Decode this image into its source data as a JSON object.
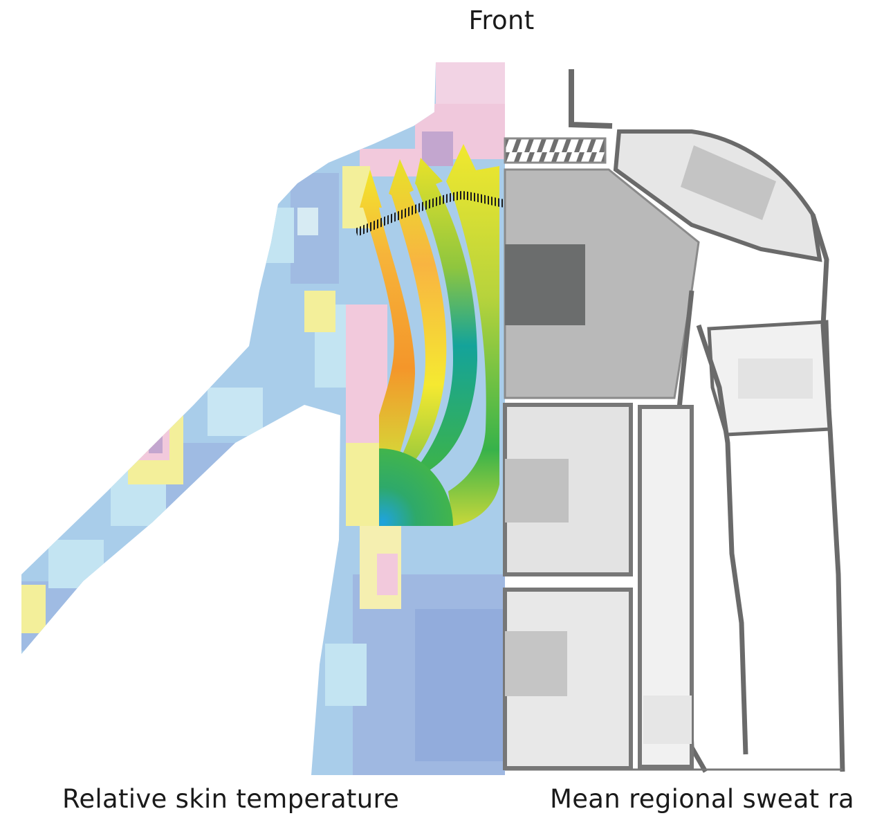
{
  "title": "Front",
  "labels": {
    "left": "Relative skin temperature",
    "right": "Mean regional sweat ra"
  },
  "colors": {
    "skin_base": "#a9cdea",
    "skin_cool": "#9db6e0",
    "skin_light": "#c3e4f2",
    "skin_warm_yellow": "#f3ef9a",
    "skin_warm_pink": "#f2c9dc",
    "skin_hot_purple": "#c3a6cf",
    "arrow_orange": "#f4962a",
    "arrow_yellow": "#f2e72d",
    "arrow_green": "#3cb34a",
    "arrow_teal": "#13a19a",
    "arrow_blue": "#21a6dd",
    "garment_outline": "#6a6a6a",
    "panel_dark": "#b9b9b9",
    "panel_mid": "#cdcdcd",
    "panel_light": "#e3e3e3",
    "patch_darkest": "#6b6d6d",
    "patch_gray": "#c1c1c1"
  }
}
